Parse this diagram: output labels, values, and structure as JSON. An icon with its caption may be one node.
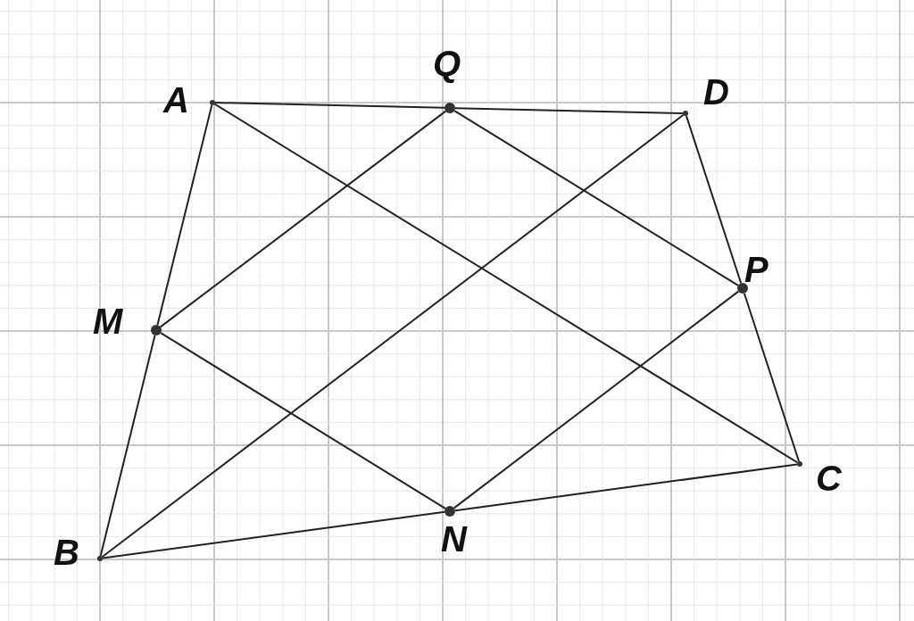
{
  "diagram": {
    "nodes": [
      {
        "text": [
          "A"
        ]
      },
      {
        "text": [
          "Q"
        ]
      },
      {
        "text": [
          "D"
        ]
      },
      {
        "text": [
          "P"
        ]
      },
      {
        "text": [
          "C"
        ]
      },
      {
        "text": [
          "N"
        ]
      },
      {
        "text": [
          "B"
        ]
      },
      {
        "text": [
          "M"
        ]
      }
    ],
    "edges": [
      {
        "from": 0,
        "to": 1,
        "arrow": "none"
      },
      {
        "from": 1,
        "to": 2,
        "arrow": "none"
      },
      {
        "from": 2,
        "to": 3,
        "arrow": "none"
      },
      {
        "from": 3,
        "to": 4,
        "arrow": "none"
      },
      {
        "from": 4,
        "to": 5,
        "arrow": "none"
      },
      {
        "from": 5,
        "to": 6,
        "arrow": "none"
      },
      {
        "from": 6,
        "to": 7,
        "arrow": "none"
      },
      {
        "from": 7,
        "to": 0,
        "arrow": "none"
      },
      {
        "from": 0,
        "to": 4,
        "arrow": "none"
      },
      {
        "from": 6,
        "to": 2,
        "arrow": "none"
      },
      {
        "from": 7,
        "to": 1,
        "arrow": "none"
      },
      {
        "from": 1,
        "to": 3,
        "arrow": "none"
      },
      {
        "from": 3,
        "to": 5,
        "arrow": "none"
      },
      {
        "from": 5,
        "to": 7,
        "arrow": "none"
      }
    ]
  }
}
